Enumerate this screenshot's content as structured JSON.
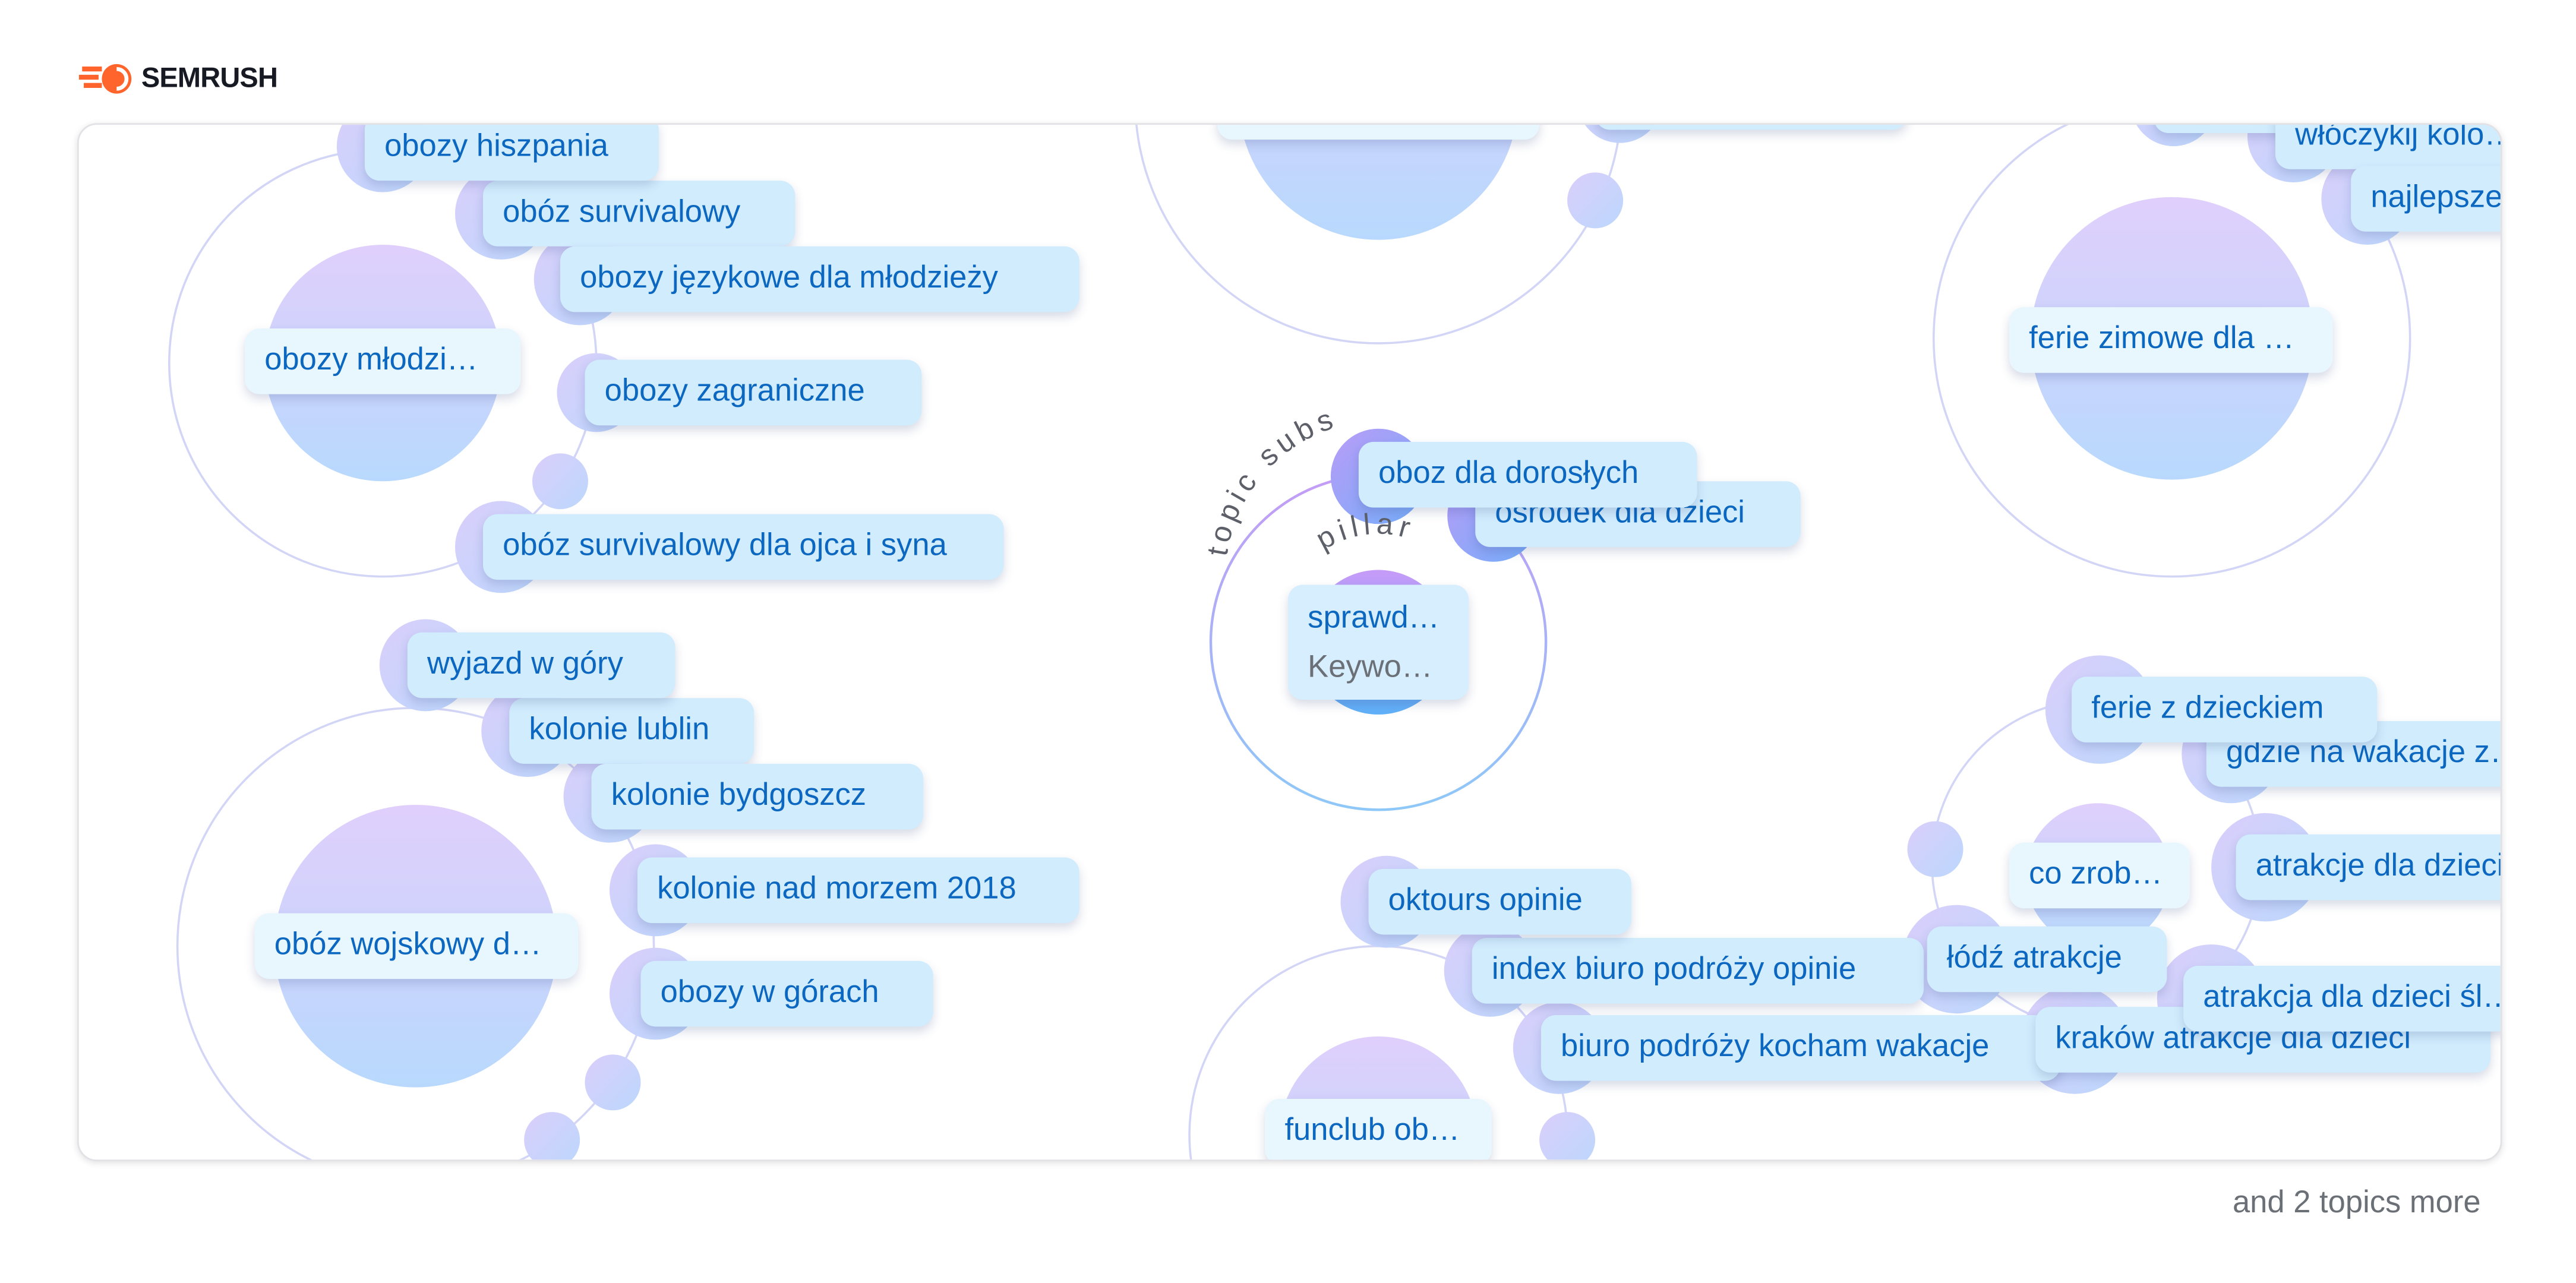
{
  "brand": {
    "logo_text": "SEMRUSH",
    "accent": "#ff642d"
  },
  "colors": {
    "label_text": "#0b67bf",
    "label_bg": "#d1ecfd",
    "pillar_bg": "#e8f6fe",
    "ring": "#d6d3f7",
    "muted": "#6b6f76"
  },
  "center_topic": {
    "pillar_label": "sprawd…",
    "keyword_label": "Keywo…",
    "curve_topic_subs": "topic  subs",
    "curve_pillar": "pillar",
    "subtopics": [
      "osrodek dla dzieci",
      "oboz dla dorosłych"
    ]
  },
  "topics": [
    {
      "pillar": "obozy młodzi…",
      "subtopics": [
        "obóz survivalowy",
        "obozy hiszpania",
        "obozy językowe dla młodzieży",
        "obozy zagraniczne",
        "obóz survivalowy dla ojca i syna"
      ]
    },
    {
      "pillar": "",
      "subtopics": [
        ""
      ]
    },
    {
      "pillar": "ferie zimowe dla …",
      "subtopics": [
        "",
        "włóczykij kolo…",
        "najlepsze…"
      ]
    },
    {
      "pillar": "obóz wojskowy d…",
      "subtopics": [
        "kolonie lublin",
        "wyjazd w góry",
        "kolonie bydgoszcz",
        "kolonie nad morzem 2018",
        "obozy w górach"
      ]
    },
    {
      "pillar": "funclub ob…",
      "subtopics": [
        "index biuro podróży opinie",
        "oktours opinie",
        "biuro podróży kocham wakacje"
      ]
    },
    {
      "pillar": "co zrob…",
      "subtopics": [
        "gdzie na wakacje z…",
        "ferie z dzieckiem",
        "atrakcje dla dzieci",
        "łódź atrakcje",
        "kraków atrakcje dla dzieci",
        "atrakcja dla dzieci śl…"
      ]
    }
  ],
  "footer": {
    "more_topics": "and 2 topics more"
  }
}
